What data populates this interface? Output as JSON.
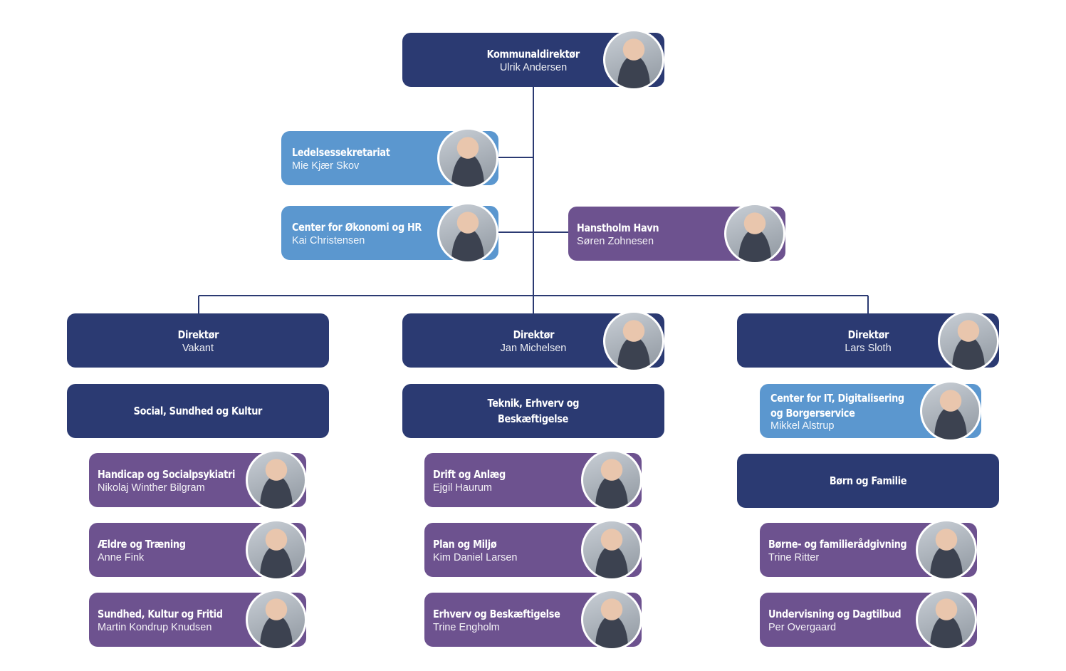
{
  "colors": {
    "navy": "#2b3a72",
    "blue": "#5b97cf",
    "purple": "#6d528f",
    "line": "#2b3a72"
  },
  "top": {
    "title": "Kommunaldirektør",
    "name": "Ulrik Andersen",
    "photo": "person-photo"
  },
  "staff": [
    {
      "title": "Ledelsessekretariat",
      "name": "Mie Kjær Skov",
      "photo": "person-photo"
    },
    {
      "title": "Center for Økonomi og HR",
      "name": "Kai Christensen",
      "photo": "person-photo"
    },
    {
      "title": "Hanstholm Havn",
      "name": "Søren Zohnesen",
      "photo": "person-photo"
    }
  ],
  "directors": [
    {
      "title": "Direktør",
      "name": "Vakant",
      "area": "Social, Sundhed og Kultur",
      "centers": [
        {
          "title": "Handicap og Socialpsykiatri",
          "name": "Nikolaj Winther Bilgram"
        },
        {
          "title": "Ældre og Træning",
          "name": "Anne Fink"
        },
        {
          "title": "Sundhed, Kultur og Fritid",
          "name": "Martin Kondrup Knudsen"
        }
      ]
    },
    {
      "title": "Direktør",
      "name": "Jan Michelsen",
      "area_line1": "Teknik, Erhverv og",
      "area_line2": "Beskæftigelse",
      "centers": [
        {
          "title": "Drift og Anlæg",
          "name": "Ejgil Haurum"
        },
        {
          "title": "Plan og Miljø",
          "name": "Kim Daniel Larsen"
        },
        {
          "title": "Erhverv og Beskæftigelse",
          "name": "Trine Engholm"
        }
      ]
    },
    {
      "title": "Direktør",
      "name": "Lars Sloth",
      "it_line1": "Center for IT, Digitalisering",
      "it_line2": "og Borgerservice",
      "it_name": "Mikkel Alstrup",
      "area": "Børn og Familie",
      "centers": [
        {
          "title": "Børne- og familierådgivning",
          "name": "Trine Ritter"
        },
        {
          "title": "Undervisning og Dagtilbud",
          "name": "Per Overgaard"
        }
      ]
    }
  ]
}
